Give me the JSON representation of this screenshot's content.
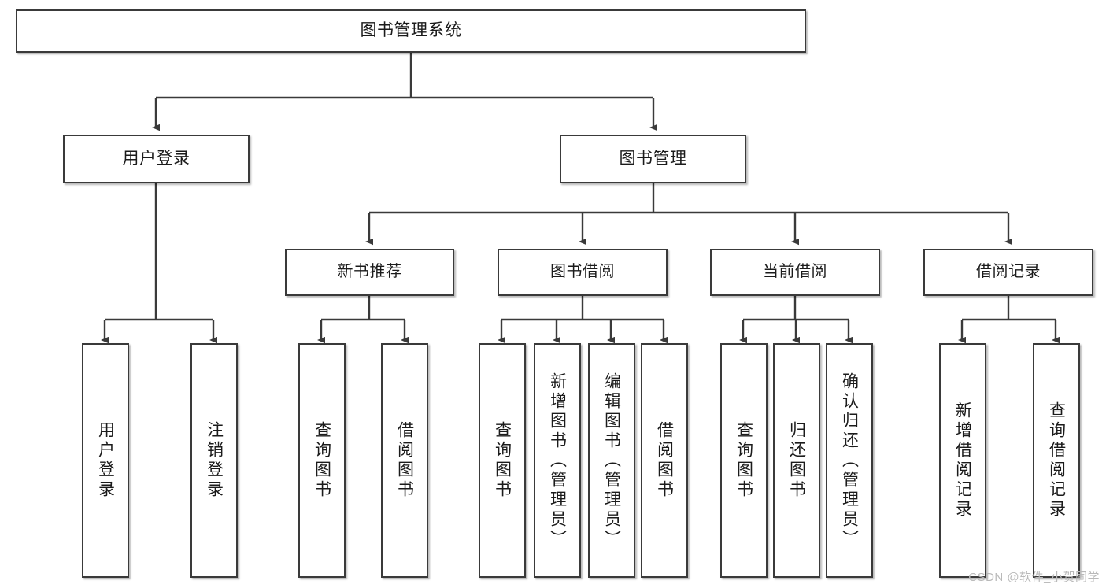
{
  "diagram": {
    "title": "图书管理系统",
    "type": "tree",
    "watermark": "CSDN @软件_小贺同学",
    "colors": {
      "box_border": "#3a3a3a",
      "box_fill": "#ffffff",
      "edge": "#3a3a3a",
      "text": "#1b1b1b",
      "watermark": "#b9b9b9"
    },
    "root": {
      "id": "root",
      "label": "图书管理系统"
    },
    "level2": [
      {
        "id": "user-login",
        "label": "用户登录"
      },
      {
        "id": "book-manage",
        "label": "图书管理"
      }
    ],
    "level3": [
      {
        "id": "new-book-recommend",
        "label": "新书推荐",
        "parent": "book-manage"
      },
      {
        "id": "book-borrow",
        "label": "图书借阅",
        "parent": "book-manage"
      },
      {
        "id": "current-borrow",
        "label": "当前借阅",
        "parent": "book-manage"
      },
      {
        "id": "borrow-record",
        "label": "借阅记录",
        "parent": "book-manage"
      }
    ],
    "leaves": [
      {
        "id": "leaf-user-login",
        "label": "用户登录",
        "parent": "user-login"
      },
      {
        "id": "leaf-logout-login",
        "label": "注销登录",
        "parent": "user-login"
      },
      {
        "id": "leaf-query-book-1",
        "label": "查询图书",
        "parent": "new-book-recommend"
      },
      {
        "id": "leaf-borrow-book-1",
        "label": "借阅图书",
        "parent": "new-book-recommend"
      },
      {
        "id": "leaf-query-book-2",
        "label": "查询图书",
        "parent": "book-borrow"
      },
      {
        "id": "leaf-add-book",
        "label": "新增图书（管理员）",
        "parent": "book-borrow"
      },
      {
        "id": "leaf-edit-book",
        "label": "编辑图书（管理员）",
        "parent": "book-borrow"
      },
      {
        "id": "leaf-borrow-book-2",
        "label": "借阅图书",
        "parent": "book-borrow"
      },
      {
        "id": "leaf-query-book-3",
        "label": "查询图书",
        "parent": "current-borrow"
      },
      {
        "id": "leaf-return-book",
        "label": "归还图书",
        "parent": "current-borrow"
      },
      {
        "id": "leaf-confirm-return",
        "label": "确认归还（管理员）",
        "parent": "current-borrow"
      },
      {
        "id": "leaf-add-record",
        "label": "新增借阅记录",
        "parent": "borrow-record"
      },
      {
        "id": "leaf-query-record",
        "label": "查询借阅记录",
        "parent": "borrow-record"
      }
    ]
  }
}
